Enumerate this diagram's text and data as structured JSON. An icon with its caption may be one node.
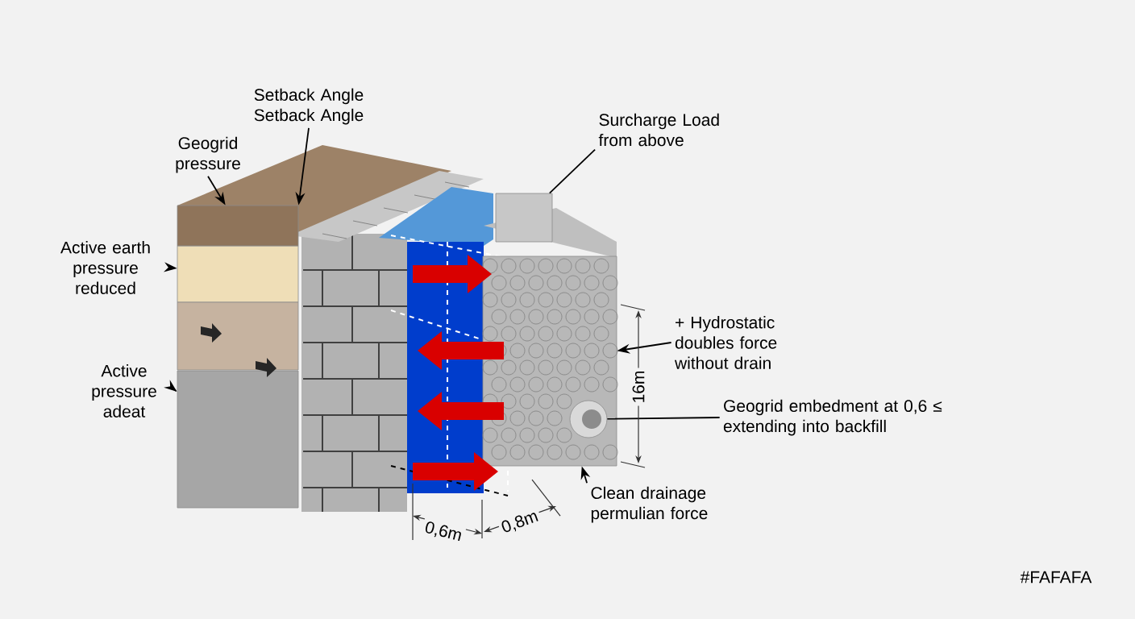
{
  "diagram": {
    "nodes": [
      {
        "text": [
          "Setback Angle Setback Angle"
        ]
      },
      {
        "text": [
          "Geogrid pressure"
        ]
      },
      {
        "text": [
          "Active earth pressure reduced"
        ]
      },
      {
        "text": [
          "Active pressure adeat"
        ]
      },
      {
        "text": [
          "Surcharge Load from above"
        ]
      },
      {
        "text": [
          "+ Hydrostatic doubles force without drain"
        ]
      },
      {
        "text": [
          "Geogrid embedment at 0,6 ≤ extending into backfill"
        ]
      },
      {
        "text": [
          "Clean drainage permulian force"
        ]
      },
      {
        "text": [],
        "shape": "box"
      },
      {
        "text": [],
        "shape": "box"
      },
      {
        "text": [],
        "shape": "box"
      },
      {
        "text": [],
        "shape": "box"
      },
      {
        "text": [],
        "shape": "box"
      },
      {
        "text": [],
        "shape": "box"
      },
      {
        "text": [],
        "shape": "cylinder",
        "in": 13
      }
    ],
    "edges": [
      {
        "from": 0,
        "to": 8,
        "arrow": "to"
      },
      {
        "from": 1,
        "to": 8,
        "arrow": "to"
      },
      {
        "from": 2,
        "to": 9,
        "arrow": "to"
      },
      {
        "from": 3,
        "to": 11,
        "arrow": "to"
      },
      {
        "from": 4,
        "to": 12,
        "arrow": "none"
      },
      {
        "from": 5,
        "to": 13,
        "arrow": "to"
      },
      {
        "from": 6,
        "to": 14,
        "arrow": "none"
      },
      {
        "from": 7,
        "to": 13,
        "arrow": "to"
      }
    ],
    "labels": [
      "16m",
      "0,6m",
      "0,8m",
      "#FAFAFA"
    ]
  }
}
